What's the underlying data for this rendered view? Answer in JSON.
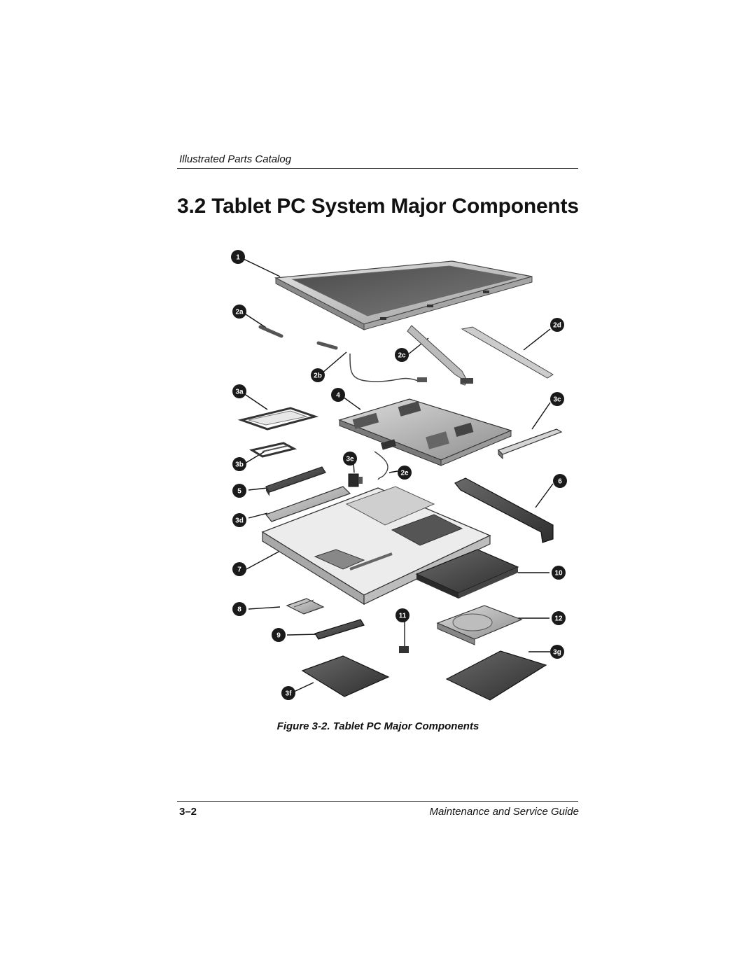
{
  "header": {
    "running_title": "Illustrated Parts Catalog"
  },
  "section": {
    "title": "3.2 Tablet PC System Major Components"
  },
  "figure": {
    "caption": "Figure 3-2. Tablet PC Major Components",
    "callouts": [
      "1",
      "2a",
      "2b",
      "2c",
      "2d",
      "3a",
      "4",
      "3c",
      "3e",
      "2e",
      "3b",
      "5",
      "6",
      "3d",
      "7",
      "10",
      "8",
      "11",
      "12",
      "9",
      "3g",
      "3f"
    ]
  },
  "footer": {
    "page_number": "3–2",
    "guide_title": "Maintenance and Service Guide"
  }
}
